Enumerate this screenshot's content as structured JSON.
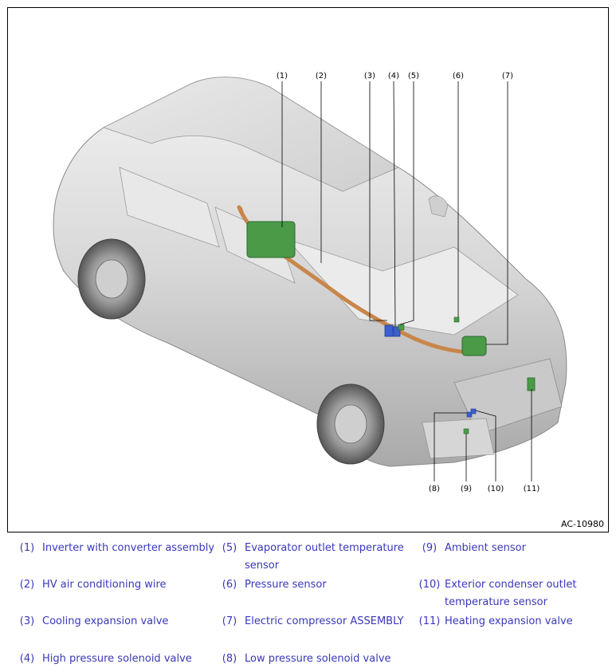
{
  "figure": {
    "code": "AC-10980",
    "callouts": [
      "(1)",
      "(2)",
      "(3)",
      "(4)",
      "(5)",
      "(6)",
      "(7)",
      "(8)",
      "(9)",
      "(10)",
      "(11)"
    ]
  },
  "legend": [
    {
      "num": "(1)",
      "text": "Inverter with converter assembly"
    },
    {
      "num": "(2)",
      "text": "HV air conditioning wire"
    },
    {
      "num": "(3)",
      "text": "Cooling expansion valve"
    },
    {
      "num": "(4)",
      "text": "High pressure solenoid valve"
    },
    {
      "num": "(5)",
      "text": "Evaporator outlet temperature sensor"
    },
    {
      "num": "(6)",
      "text": "Pressure sensor"
    },
    {
      "num": "(7)",
      "text": "Electric compressor ASSEMBLY"
    },
    {
      "num": "(8)",
      "text": "Low pressure solenoid valve"
    },
    {
      "num": "(9)",
      "text": "Ambient sensor"
    },
    {
      "num": "(10)",
      "text": "Exterior condenser outlet temperature sensor"
    },
    {
      "num": "(11)",
      "text": "Heating expansion valve"
    }
  ],
  "colors": {
    "legend_text": "#3a38b8",
    "component_green": "#4a9a48",
    "harness_orange": "#c8864a",
    "valve_blue": "#3a5fd0"
  }
}
